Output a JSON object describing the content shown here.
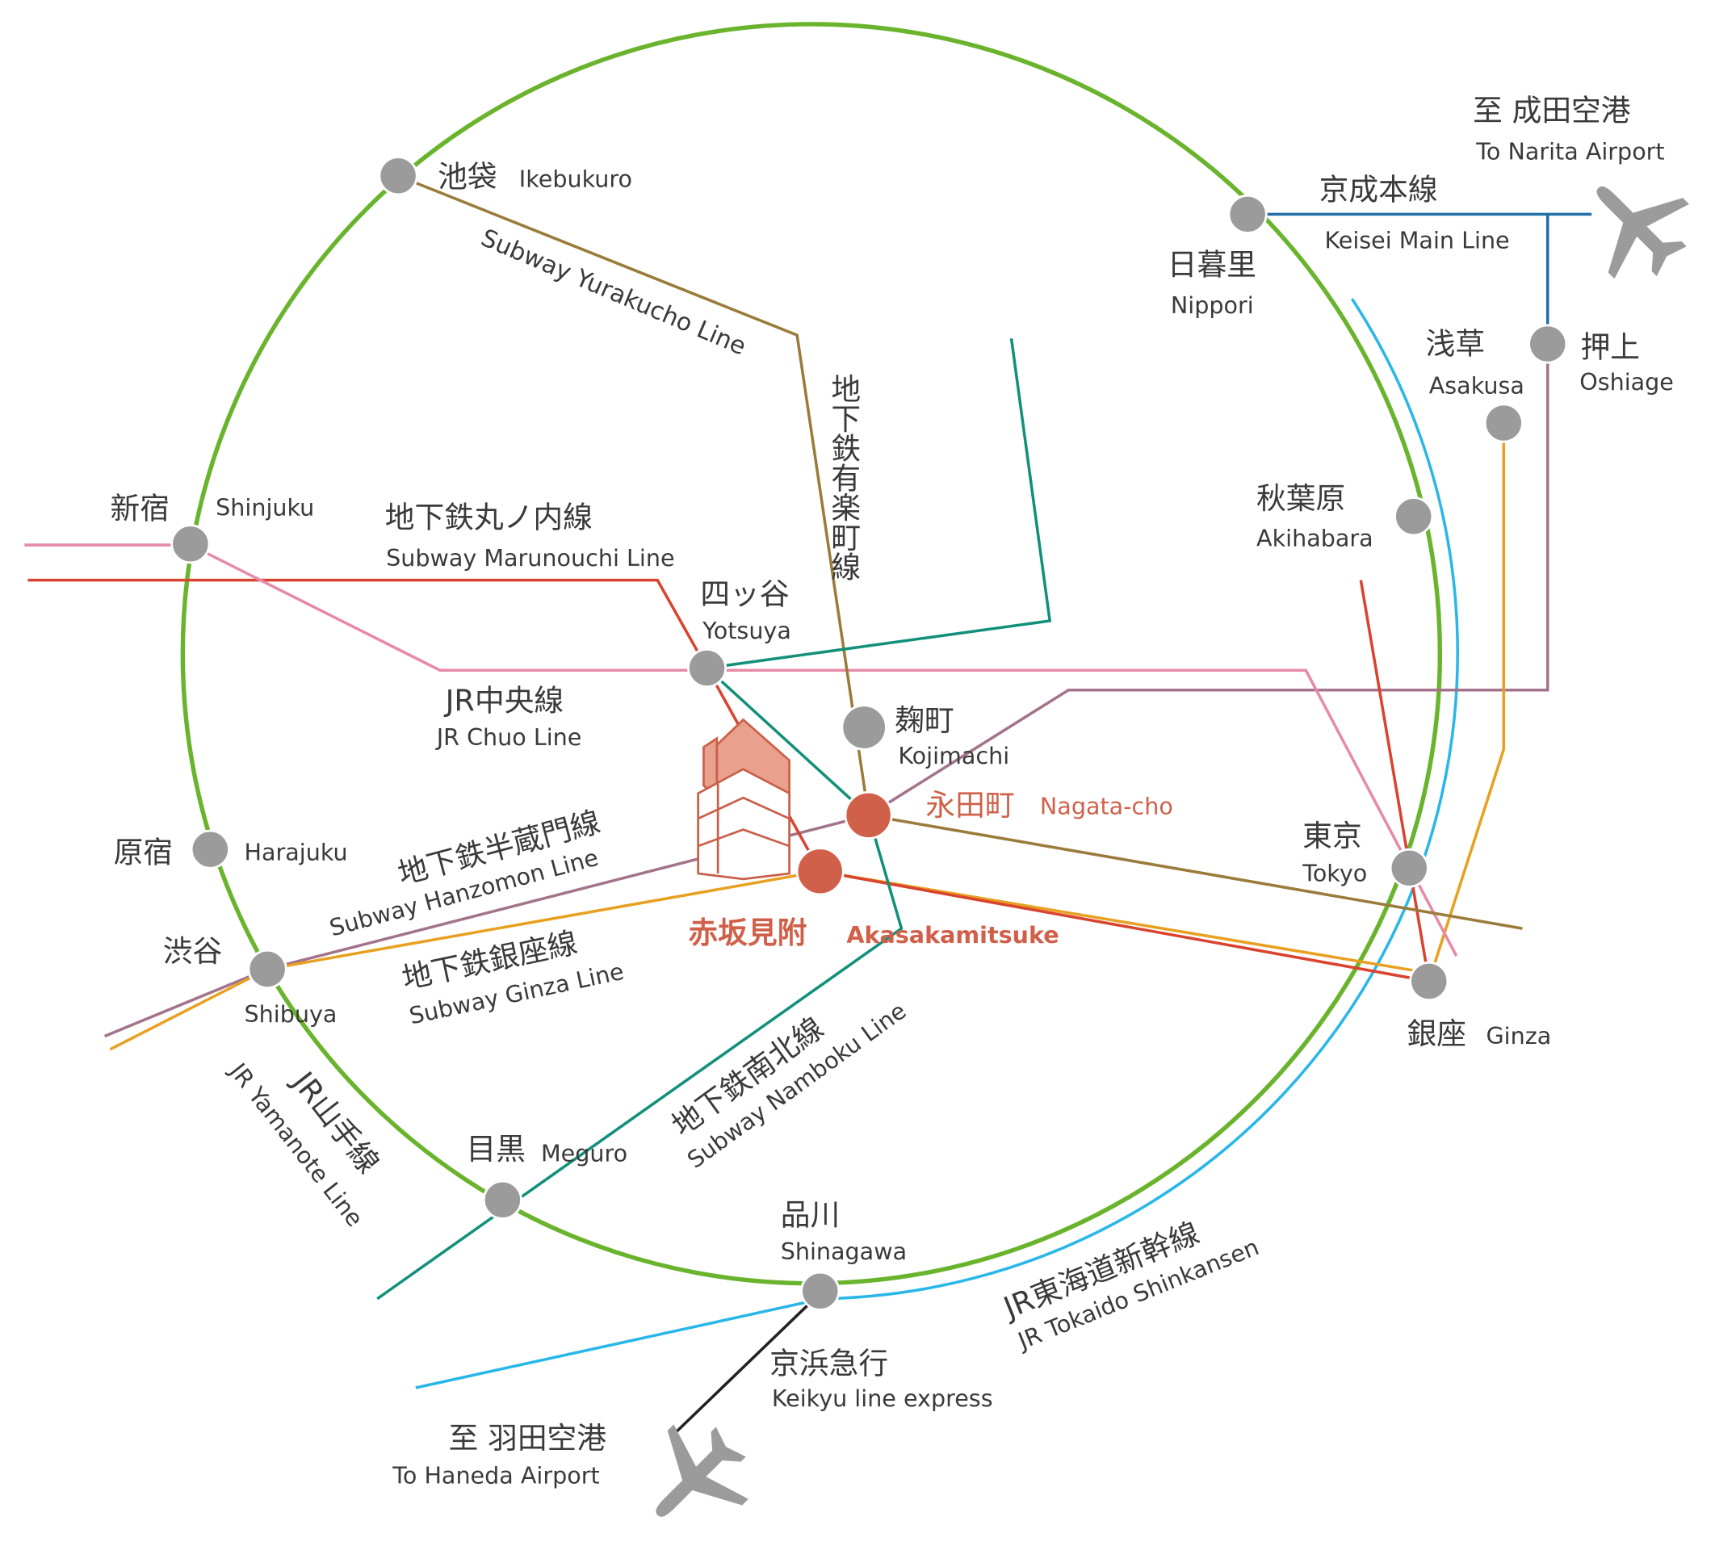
{
  "colors": {
    "yamanote": "#6ab42d",
    "shinkansen": "#29b6e8",
    "keisei": "#1f6fa8",
    "hanzomon": "#a3738c",
    "ginza": "#e8a020",
    "marunouchi": "#d9432f",
    "chuo": "#e68aa8",
    "yurakucho": "#9a7b3a",
    "namboku": "#13907a",
    "keikyu": "#222222",
    "station": "#9b9b9b",
    "highlight": "#d0604a"
  },
  "stations": {
    "ikebukuro": {
      "ja": "池袋",
      "en": "Ikebukuro"
    },
    "nippori": {
      "ja": "日暮里",
      "en": "Nippori"
    },
    "oshiage": {
      "ja": "押上",
      "en": "Oshiage"
    },
    "asakusa": {
      "ja": "浅草",
      "en": "Asakusa"
    },
    "akihabara": {
      "ja": "秋葉原",
      "en": "Akihabara"
    },
    "shinjuku": {
      "ja": "新宿",
      "en": "Shinjuku"
    },
    "yotsuya": {
      "ja": "四ッ谷",
      "en": "Yotsuya"
    },
    "kojimachi": {
      "ja": "麹町",
      "en": "Kojimachi"
    },
    "nagatacho": {
      "ja": "永田町",
      "en": "Nagata-cho"
    },
    "akasakamitsuke": {
      "ja": "赤坂見附",
      "en": "Akasakamitsuke"
    },
    "harajuku": {
      "ja": "原宿",
      "en": "Harajuku"
    },
    "shibuya": {
      "ja": "渋谷",
      "en": "Shibuya"
    },
    "tokyo": {
      "ja": "東京",
      "en": "Tokyo"
    },
    "ginza": {
      "ja": "銀座",
      "en": "Ginza"
    },
    "meguro": {
      "ja": "目黒",
      "en": "Meguro"
    },
    "shinagawa": {
      "ja": "品川",
      "en": "Shinagawa"
    }
  },
  "lines": {
    "yurakucho": {
      "ja": "地下鉄有楽町線",
      "en": "Subway Yurakucho Line"
    },
    "marunouchi": {
      "ja": "地下鉄丸ノ内線",
      "en": "Subway Marunouchi Line"
    },
    "chuo": {
      "ja": "JR中央線",
      "en": "JR Chuo Line"
    },
    "hanzomon": {
      "ja": "地下鉄半蔵門線",
      "en": "Subway Hanzomon Line"
    },
    "ginza": {
      "ja": "地下鉄銀座線",
      "en": "Subway Ginza Line"
    },
    "namboku": {
      "ja": "地下鉄南北線",
      "en": "Subway Namboku Line"
    },
    "yamanote": {
      "ja": "JR山手線",
      "en": "JR Yamanote Line"
    },
    "shinkansen": {
      "ja": "JR東海道新幹線",
      "en": "JR Tokaido Shinkansen"
    },
    "keikyu": {
      "ja": "京浜急行",
      "en": "Keikyu line express"
    },
    "keisei": {
      "ja": "京成本線",
      "en": "Keisei Main Line"
    }
  },
  "destinations": {
    "narita": {
      "ja": "至 成田空港",
      "en": "To Narita Airport"
    },
    "haneda": {
      "ja": "至 羽田空港",
      "en": "To Haneda Airport"
    }
  }
}
